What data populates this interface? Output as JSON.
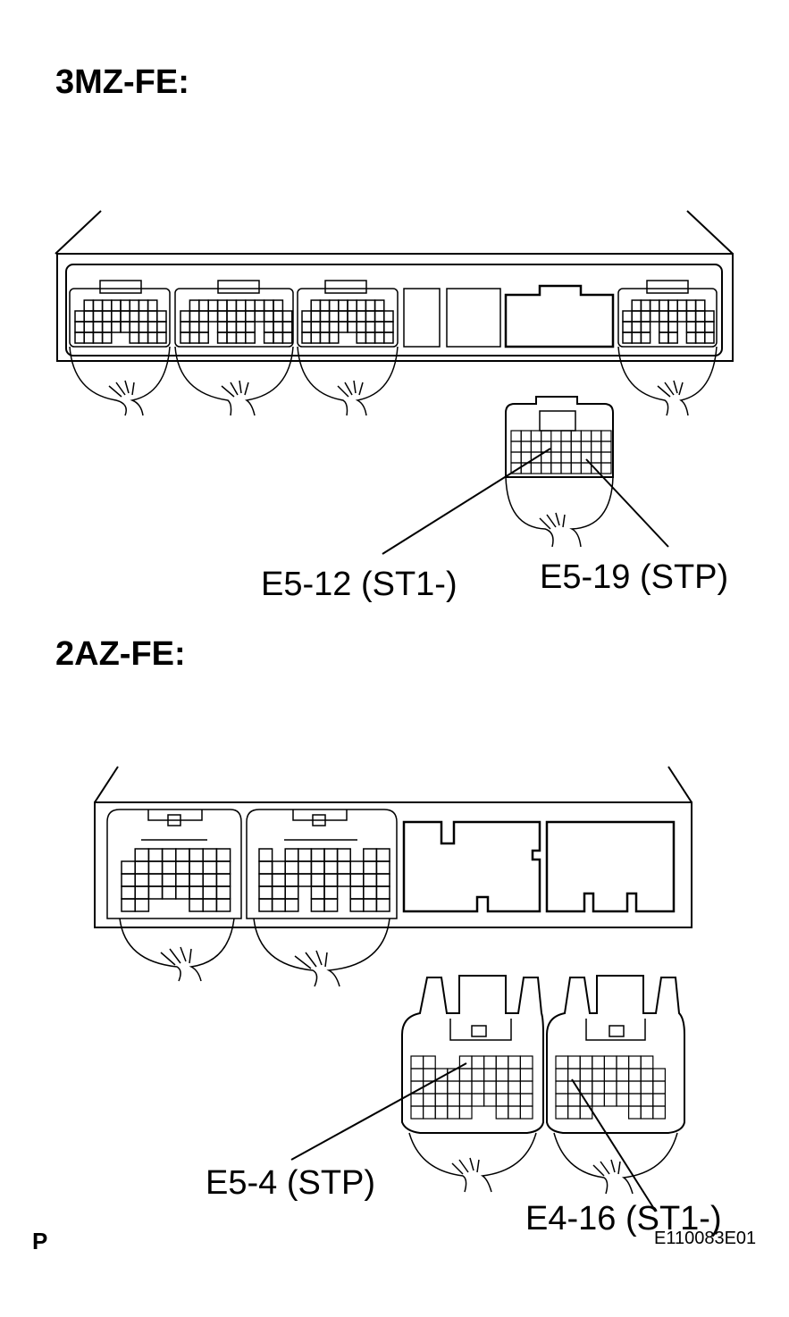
{
  "sections": {
    "top": {
      "heading": "3MZ-FE:",
      "callouts": [
        "E5-12 (ST1-)",
        "E5-19 (STP)"
      ]
    },
    "bottom": {
      "heading": "2AZ-FE:",
      "callouts": [
        "E5-4 (STP)",
        "E4-16 (ST1-)"
      ]
    }
  },
  "footer": {
    "corner_mark": "P",
    "figure_code": "E110083E01"
  },
  "colors": {
    "ink": "#000000",
    "paper": "#ffffff"
  }
}
